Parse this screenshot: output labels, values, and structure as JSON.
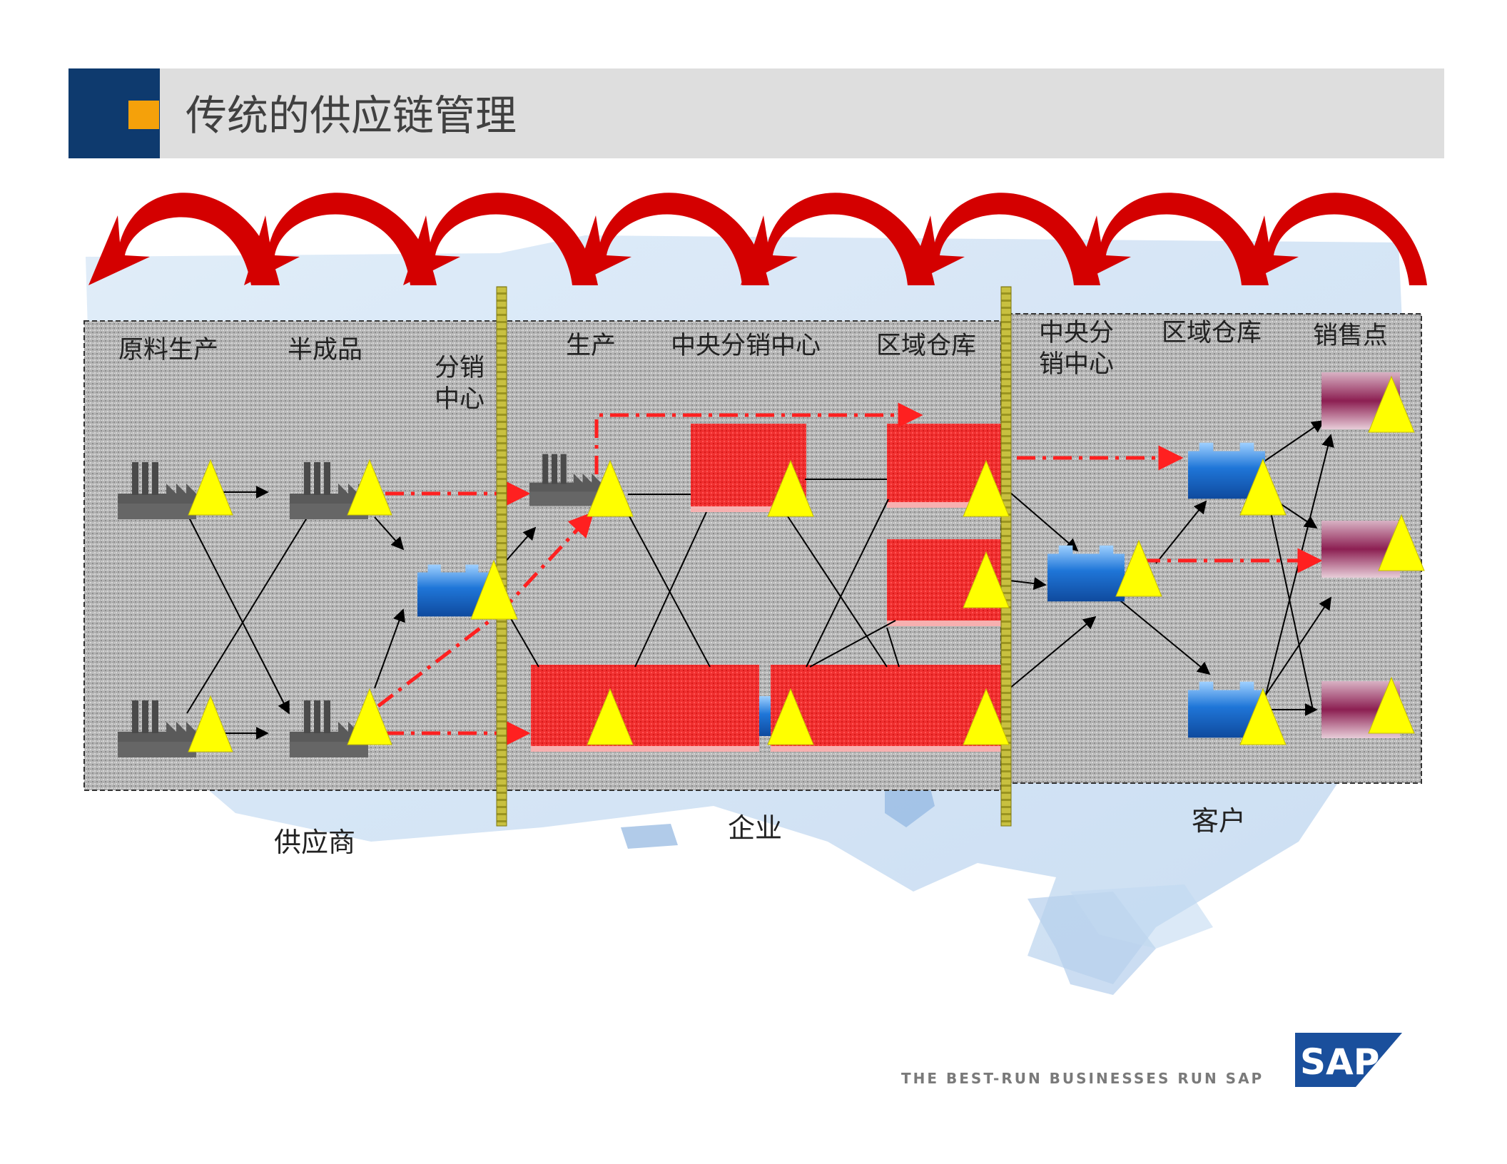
{
  "title": "传统的供应链管理",
  "stages": {
    "raw_material": "原料生产",
    "semi_finished": "半成品",
    "supplier_dc_line1": "分销",
    "supplier_dc_line2": "中心",
    "production": "生产",
    "central_dc": "中央分销中心",
    "regional_wh": "区域仓库",
    "customer_dc_line1": "中央分",
    "customer_dc_line2": "销中心",
    "customer_wh": "区域仓库",
    "point_of_sale": "销售点"
  },
  "groups": {
    "supplier": "供应商",
    "enterprise": "企业",
    "customer": "客户"
  },
  "footer": {
    "tagline": "THE BEST-RUN BUSINESSES RUN SAP",
    "logo_text": "SAP"
  },
  "colors": {
    "arrow_red": "#e20000",
    "flow_red": "#ff3333",
    "warning_yellow": "#ffff00",
    "dc_blue": "#1e6fd0",
    "pos_maroon": "#8a2050",
    "factory_gray": "#555555",
    "accent_orange": "#f5a10a",
    "navy": "#0e3a6e"
  },
  "icons": [
    "factory-icon",
    "warehouse-icon",
    "warning-triangle-icon",
    "return-arrow-icon",
    "sap-logo"
  ]
}
